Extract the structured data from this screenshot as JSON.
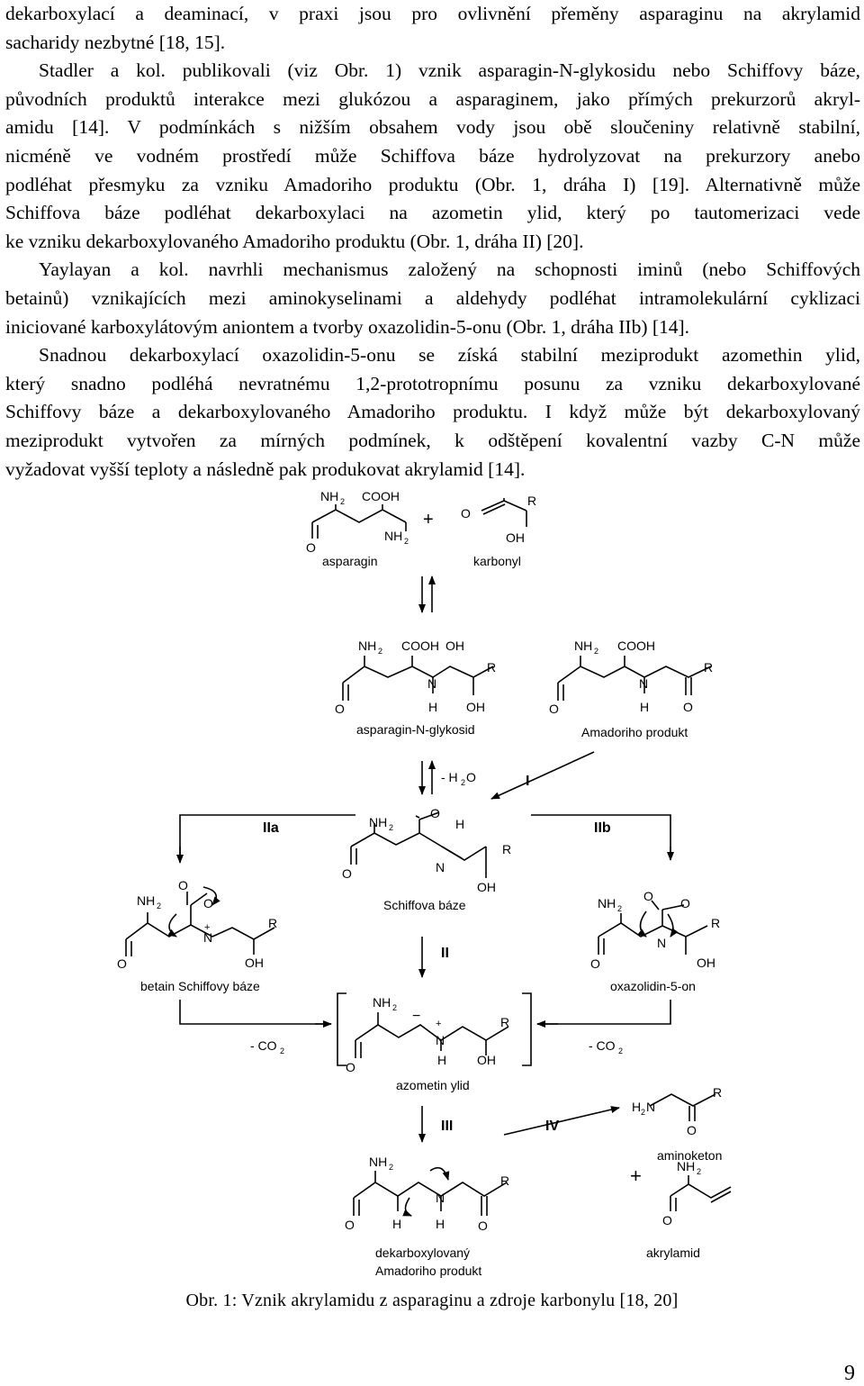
{
  "body_lines": [
    {
      "text": "dekarboxylací a deaminací, v praxi jsou pro ovlivnění přeměny asparaginu na akrylamid",
      "indent": false,
      "last": false
    },
    {
      "text": "sacharidy nezbytné [18, 15].",
      "indent": false,
      "last": true
    },
    {
      "text": "Stadler a kol. publikovali (viz Obr. 1) vznik asparagin-N-glykosidu nebo Schiffovy báze,",
      "indent": true,
      "last": false
    },
    {
      "text": "původních produktů interakce mezi glukózou a asparaginem, jako přímých prekurzorů akryl-",
      "indent": false,
      "last": false
    },
    {
      "text": "amidu [14]. V podmínkách s nižším obsahem vody jsou obě sloučeniny relativně stabilní,",
      "indent": false,
      "last": false
    },
    {
      "text": "nicméně ve vodném prostředí může Schiffova báze hydrolyzovat na prekurzory anebo",
      "indent": false,
      "last": false
    },
    {
      "text": "podléhat přesmyku za vzniku Amadoriho produktu (Obr. 1, dráha I) [19]. Alternativně může",
      "indent": false,
      "last": false
    },
    {
      "text": "Schiffova báze podléhat dekarboxylaci na azometin ylid, který po tautomerizaci vede",
      "indent": false,
      "last": false
    },
    {
      "text": "ke vzniku dekarboxylovaného Amadoriho produktu (Obr. 1, dráha II) [20].",
      "indent": false,
      "last": true
    },
    {
      "text": "Yaylayan a kol. navrhli mechanismus založený na schopnosti iminů (nebo Schiffových",
      "indent": true,
      "last": false
    },
    {
      "text": "betainů) vznikajících mezi aminokyselinami a aldehydy podléhat intramolekulární cyklizaci",
      "indent": false,
      "last": false
    },
    {
      "text": "iniciované karboxylátovým aniontem a tvorby oxazolidin-5-onu (Obr. 1, dráha IIb) [14].",
      "indent": false,
      "last": true
    },
    {
      "text": "Snadnou dekarboxylací oxazolidin-5-onu se získá stabilní meziprodukt azomethin ylid,",
      "indent": true,
      "last": false
    },
    {
      "text": "který snadno podléhá nevratnému 1,2-prototropnímu posunu za vzniku dekarboxylované",
      "indent": false,
      "last": false
    },
    {
      "text": "Schiffovy báze a dekarboxylovaného Amadoriho produktu. I když může být dekarboxylovaný",
      "indent": false,
      "last": false
    },
    {
      "text": "meziprodukt vytvořen za mírných podmínek, k odštěpení kovalentní vazby C-N může",
      "indent": false,
      "last": false
    },
    {
      "text": "vyžadovat vyšší teploty a následně pak produkovat akrylamid [14].",
      "indent": false,
      "last": true
    }
  ],
  "scheme": {
    "compounds": {
      "asparagin": "asparagin",
      "karbonyl": "karbonyl",
      "glykosid": "asparagin-N-glykosid",
      "amadori": "Amadoriho produkt",
      "schiff": "Schiffova báze",
      "betain": "betain Schiffovy báze",
      "oxazolidin": "oxazolidin-5-on",
      "ylid": "azometin ylid",
      "aminoketon": "aminoketon",
      "akrylamid": "akrylamid",
      "dekarb1": "dekarboxylovaný",
      "dekarb2": "Amadoriho produkt"
    },
    "atoms": {
      "nh2": "NH",
      "sub2": "2",
      "cooh": "COOH",
      "oh": "OH",
      "o": "O",
      "r": "R",
      "n": "N",
      "h": "H",
      "h2n": "H",
      "plus": "+",
      "minus": "−"
    },
    "arrows": {
      "water": "- H",
      "water_o": "O",
      "co2": "- CO",
      "path_I": "I",
      "path_IIa": "IIa",
      "path_IIb": "IIb",
      "path_II": "II",
      "path_III": "III",
      "path_IV": "IV"
    }
  },
  "caption": "Obr. 1: Vznik akrylamidu z asparaginu a zdroje karbonylu [18, 20]",
  "page_number": "9"
}
